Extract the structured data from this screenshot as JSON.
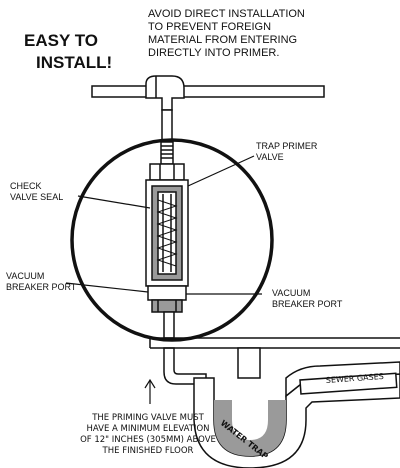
{
  "headline": [
    "EASY TO",
    "INSTALL!"
  ],
  "note_top": [
    "AVOID DIRECT INSTALLATION",
    "TO PREVENT FOREIGN",
    "MATERIAL FROM ENTERING",
    "DIRECTLY INTO PRIMER."
  ],
  "labels": {
    "trap_primer": [
      "TRAP PRIMER",
      "VALVE"
    ],
    "check_valve": [
      "CHECK",
      "VALVE SEAL"
    ],
    "vacuum_left": [
      "VACUUM",
      "BREAKER PORT"
    ],
    "vacuum_right": [
      "VACUUM",
      "BREAKER PORT"
    ],
    "sewer_gases": "SEWER GASES",
    "water_trap": "WATER TRAP"
  },
  "note_bottom": [
    "THE PRIMING VALVE MUST",
    "HAVE A MINIMUM ELEVATION",
    "OF 12\" INCHES (305MM) ABOVE",
    "THE FINISHED FLOOR"
  ],
  "colors": {
    "ink": "#111111",
    "paper": "#ffffff",
    "shade": "#9a9a9a"
  }
}
